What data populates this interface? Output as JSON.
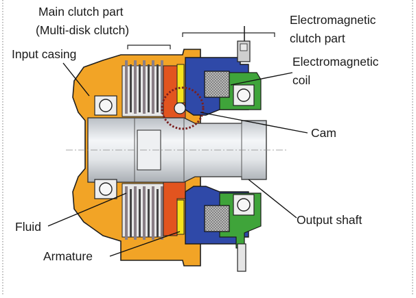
{
  "labels": {
    "main_clutch_line1": "Main clutch part",
    "main_clutch_line2": "(Multi-disk clutch)",
    "input_casing": "Input casing",
    "electromagnetic_clutch_line1": "Electromagnetic",
    "electromagnetic_clutch_line2": "clutch part",
    "electromagnetic_coil_line1": "Electromagnetic",
    "electromagnetic_coil_line2": "coil",
    "cam": "Cam",
    "fluid": "Fluid",
    "output_shaft": "Output shaft",
    "armature": "Armature"
  },
  "colors": {
    "input_casing": "#f2a426",
    "clutch_plates": "#8a7f86",
    "shaft": "#d7dbdf",
    "electromagnetic_housing": "#2f49a8",
    "coil": "#b8b8b8",
    "green_part": "#3fa43a",
    "armature": "#f6e21c",
    "cam": "#e2541f",
    "bearing": "#eeeeee",
    "cam_highlight": "#7a1f1f"
  }
}
